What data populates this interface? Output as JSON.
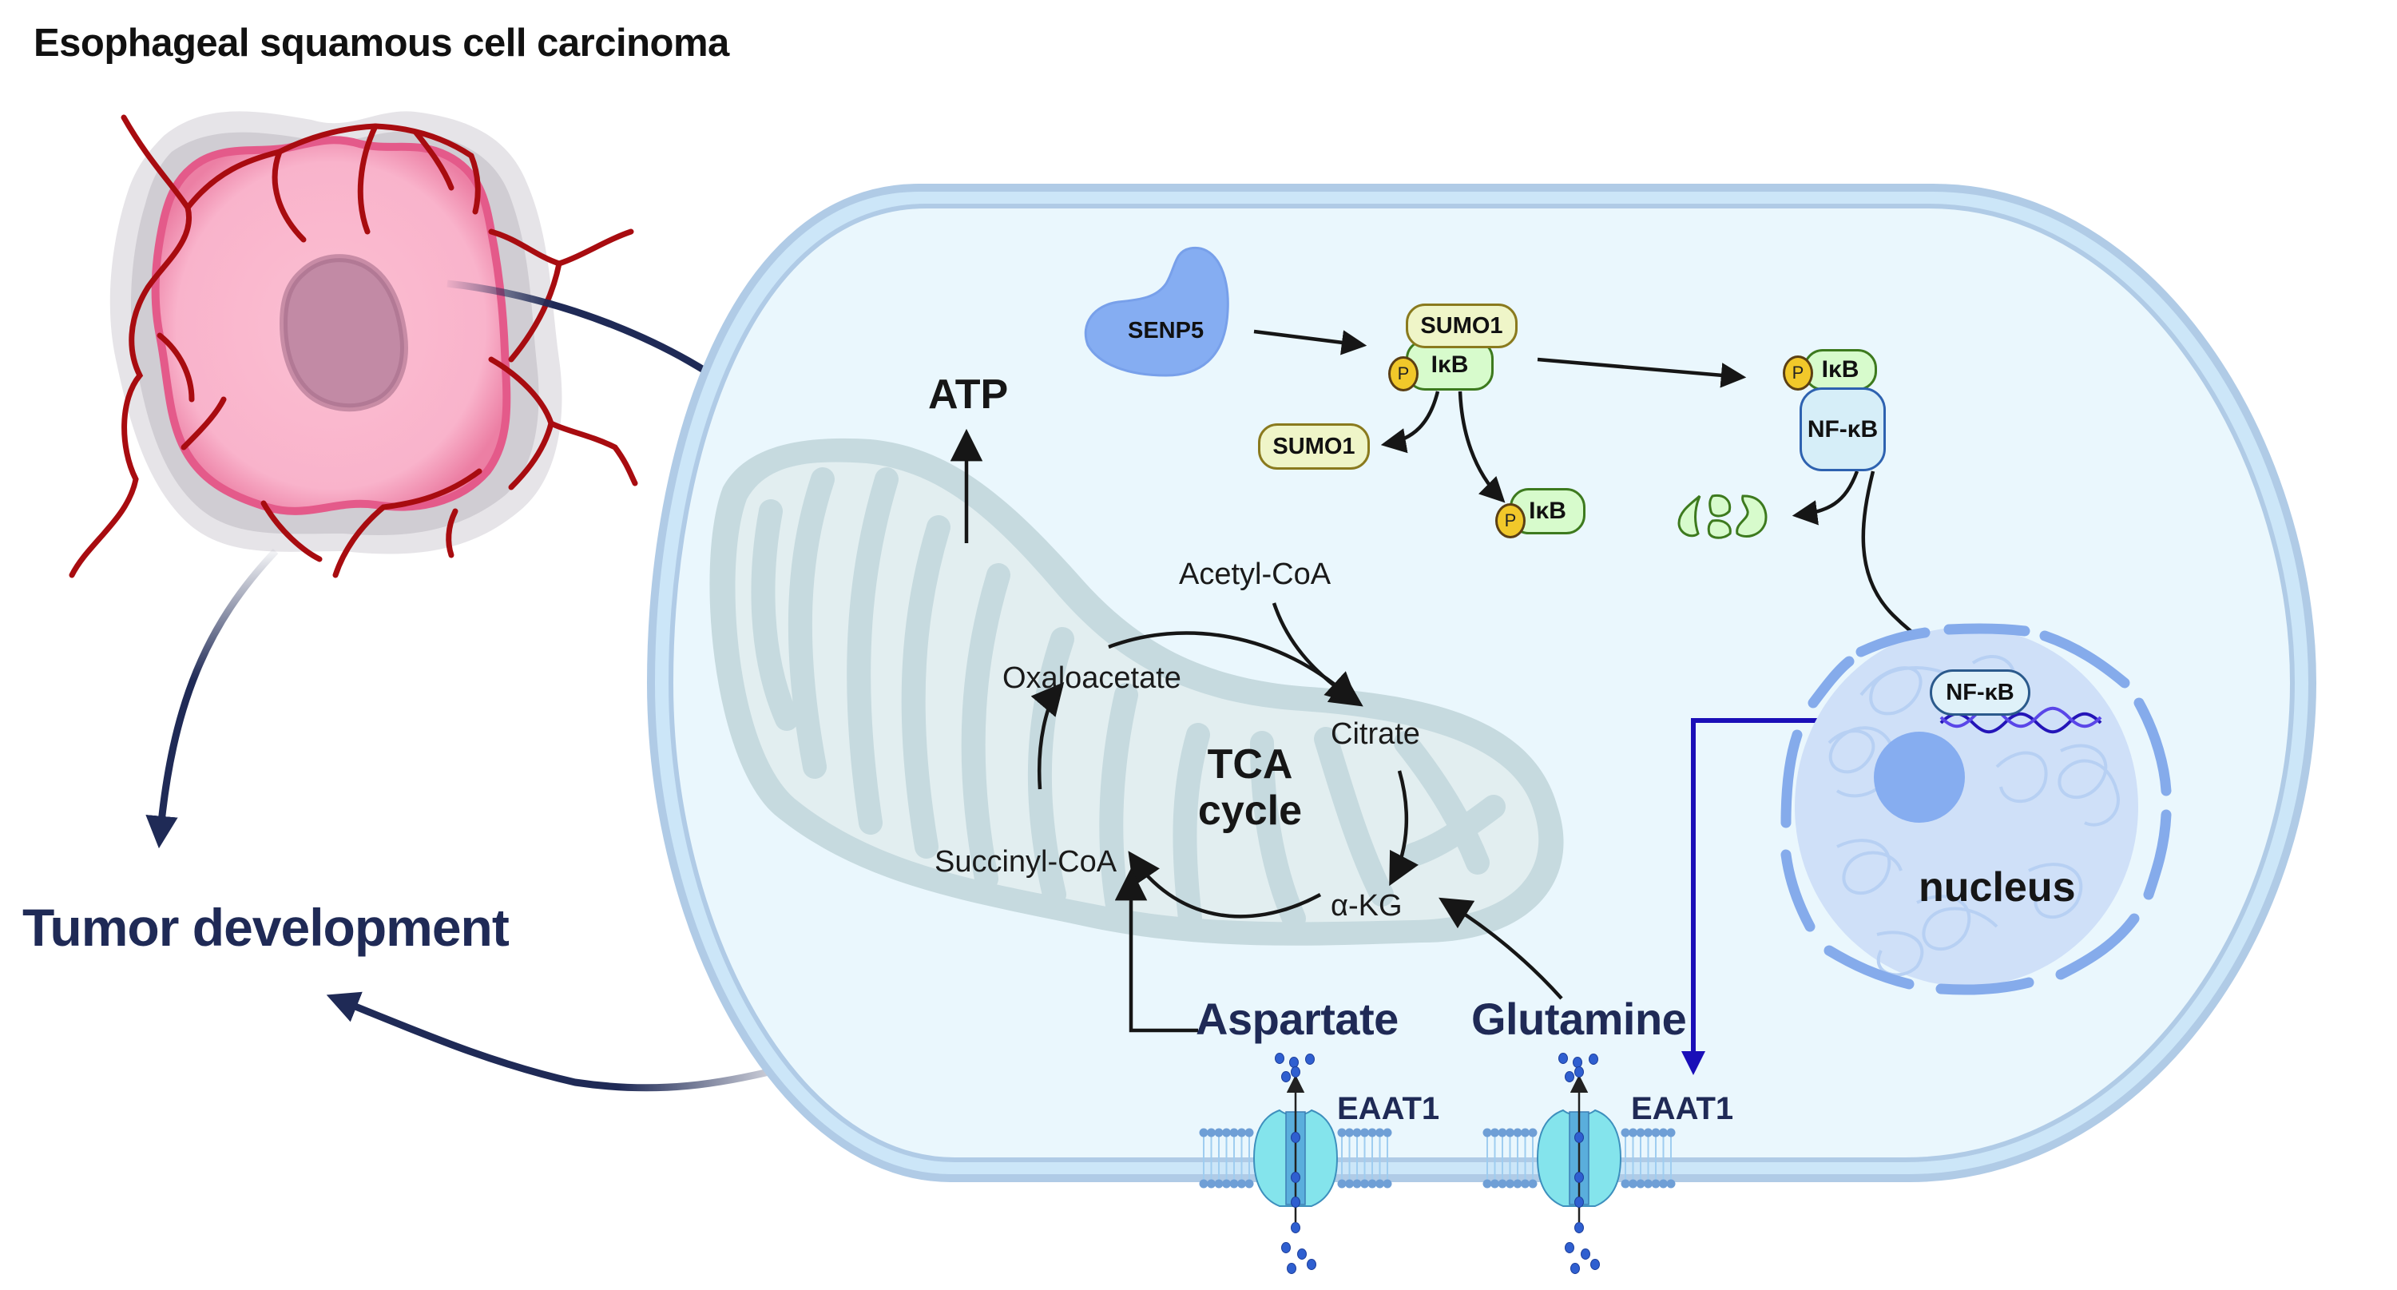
{
  "title": "Esophageal squamous cell carcinoma",
  "outcome": "Tumor development",
  "cell": {
    "atp": "ATP",
    "senp5": "SENP5",
    "complex": {
      "sumo": "SUMO1",
      "ikb": "IκB",
      "phospho": "P"
    },
    "released_sumo": "SUMO1",
    "released_ikb": {
      "ikb": "IκB",
      "phospho": "P"
    },
    "nfkb_complex": {
      "ikb": "IκB",
      "phospho": "P",
      "nfkb": "NF-κB"
    },
    "degradation_icon": "proteasome-fragments-icon",
    "nucleus": {
      "label": "nucleus",
      "nfkb": "NF-κB",
      "dna_icon": "dna-helix-icon"
    },
    "tca": {
      "center_line1": "TCA",
      "center_line2": "cycle",
      "acetyl_coa": "Acetyl-CoA",
      "oxaloacetate": "Oxaloacetate",
      "citrate": "Citrate",
      "akg": "α-KG",
      "succinyl_coa": "Succinyl-CoA"
    },
    "aspartate": "Aspartate",
    "glutamine": "Glutamine",
    "transporters": [
      {
        "label": "EAAT1",
        "substrate": "Aspartate"
      },
      {
        "label": "EAAT1",
        "substrate": "Glutamine"
      }
    ]
  },
  "colors": {
    "navy": "#1f2a56",
    "cell_fill": "#eaf7fd",
    "membrane": "#b0cbe6",
    "mito": "#c6dadf",
    "nucleus": "#cfe0f8",
    "tumor_pink": "#f7a8c4",
    "vessel": "#b30c10",
    "nfkb_regulation": "#1a0fb8"
  }
}
